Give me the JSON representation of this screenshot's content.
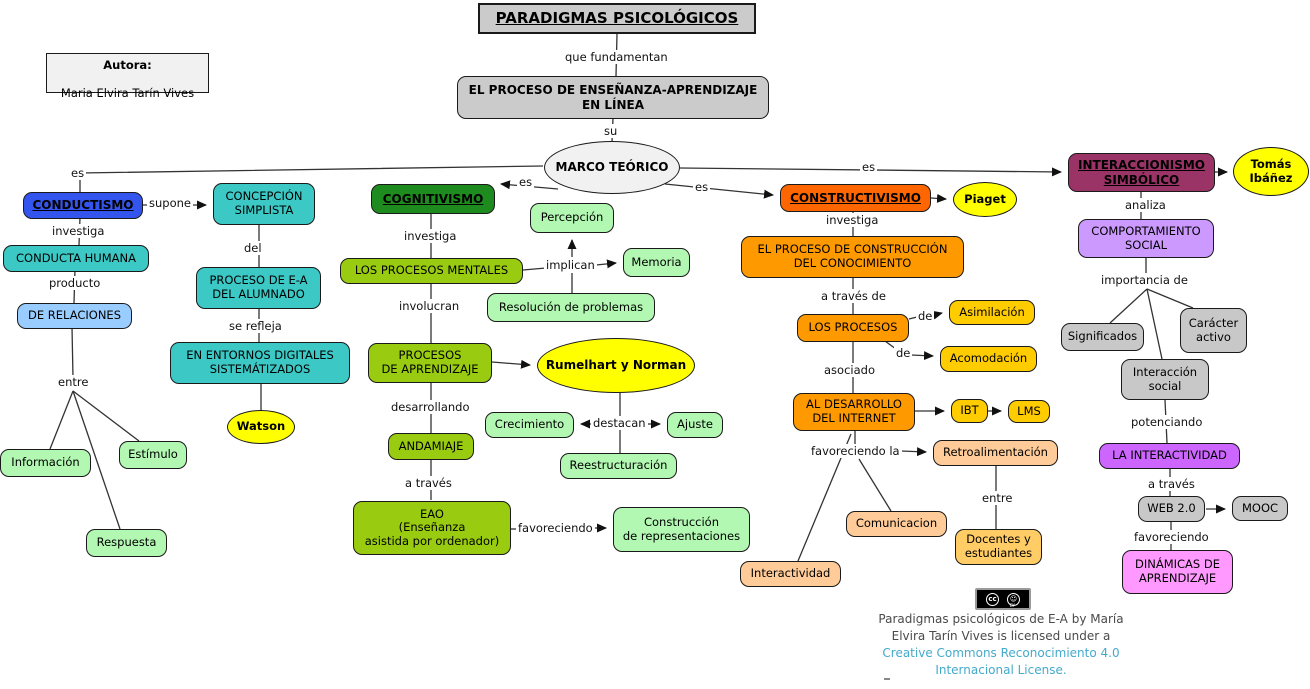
{
  "header": {
    "title": "PARADIGMAS PSICOLÓGICOS",
    "author_label": "Autora:",
    "author_name": "Maria Elvira Tarín Vives"
  },
  "nodes": {
    "proceso_ea": "EL PROCESO DE ENSEÑANZA-APRENDIZAJE\nEN LÍNEA",
    "marco_teorico": "MARCO TEÓRICO",
    "conductismo": "CONDUCTISMO",
    "concepcion_simplista": "CONCEPCIÓN\nSIMPLISTA",
    "conducta_humana": "CONDUCTA HUMANA",
    "de_relaciones": "DE RELACIONES",
    "informacion": "Información",
    "estimulo": "Estímulo",
    "respuesta": "Respuesta",
    "proceso_ea_alumnado": "PROCESO DE E-A\nDEL ALUMNADO",
    "entornos_digitales": "EN ENTORNOS DIGITALES\nSISTEMÁTIZADOS",
    "watson": "Watson",
    "cognitivismo": "COGNITIVISMO",
    "procesos_mentales": "LOS PROCESOS MENTALES",
    "percepcion": "Percepción",
    "memoria": "Memoria",
    "resolucion_problemas": "Resolución de problemas",
    "procesos_aprendizaje": "PROCESOS\nDE APRENDIZAJE",
    "rumelhart_norman": "Rumelhart y Norman",
    "crecimiento": "Crecimiento",
    "ajuste": "Ajuste",
    "reestructuracion": "Reestructuración",
    "andamiaje": "ANDAMIAJE",
    "eao": "EAO\n(Enseñanza\nasistida por ordenador)",
    "construccion_representaciones": "Construcción\nde representaciones",
    "constructivismo": "CONSTRUCTIVISMO",
    "piaget": "Piaget",
    "proceso_construccion": "EL PROCESO DE CONSTRUCCIÓN\nDEL CONOCIMIENTO",
    "los_procesos": "LOS PROCESOS",
    "asimilacion": "Asimilación",
    "acomodacion": "Acomodación",
    "al_desarrollo_internet": "AL DESARROLLO\nDEL INTERNET",
    "ibt": "IBT",
    "lms": "LMS",
    "retroalimentacion": "Retroalimentación",
    "docentes_estudiantes": "Docentes y\nestudiantes",
    "comunicacion": "Comunicacion",
    "interactividad": "Interactividad",
    "interaccionismo_simbolico": "INTERACCIONISMO\nSIMBÓLICO",
    "tomas_ibanez": "Tomás\nIbáñez",
    "comportamiento_social": "COMPORTAMIENTO\nSOCIAL",
    "significados": "Significados",
    "caracter_activo": "Carácter\nactivo",
    "interaccion_social": "Interacción\nsocial",
    "la_interactividad": "LA INTERACTIVIDAD",
    "web20": "WEB 2.0",
    "mooc": "MOOC",
    "dinamicas_aprendizaje": "DINÁMICAS DE\nAPRENDIZAJE"
  },
  "link_labels": {
    "que_fundamentan": "que fundamentan",
    "su": "su",
    "es1": "es",
    "es2": "es",
    "es3": "es",
    "es4": "es",
    "supone": "supone",
    "investiga1": "investiga",
    "investiga2": "investiga",
    "investiga3": "investiga",
    "producto": "producto",
    "entre1": "entre",
    "entre2": "entre",
    "del": "del",
    "se_refleja": "se refleja",
    "implican": "implican",
    "involucran": "involucran",
    "desarrollando": "desarrollando",
    "a_traves1": "a través",
    "a_traves2": "a través",
    "a_traves_de": "a través de",
    "favoreciendo1": "favoreciendo",
    "favoreciendo2": "favoreciendo",
    "favoreciendo_la": "favoreciendo la",
    "destacan": "destacan",
    "de1": "de",
    "de2": "de",
    "asociado": "asociado",
    "analiza": "analiza",
    "importancia_de": "importancia de",
    "potenciando": "potenciando"
  },
  "license": {
    "line1": "Paradigmas psicológicos de E-A by María",
    "line2": "Elvira Tarín Vives is licensed under a",
    "link_line1": "Creative Commons Reconocimiento 4.0",
    "link_line2": "Internacional License.",
    "link_color": "#44AACC",
    "badge_cc": "cc",
    "badge_by": "BY"
  },
  "colors": {
    "conductismo_blue": "#3355EE",
    "teal": "#3CC8C4",
    "light_blue": "#99CCFF",
    "pale_green": "#B2F8B2",
    "cognitivismo_green": "#1E8B1E",
    "yellow_green": "#99CC11",
    "concept_yellow": "#FFFF00",
    "constructivismo_orange": "#FF6600",
    "orange": "#FF9900",
    "gold": "#FFCC00",
    "peach": "#FFCC99",
    "light_gold": "#FFCC66",
    "interaccionismo_maroon": "#9A3366",
    "light_purple": "#CC99FF",
    "purple": "#CC66FF",
    "pink": "#FF99FF",
    "gray_node": "#C8C8C8",
    "gray_box": "#CBCBCB"
  }
}
